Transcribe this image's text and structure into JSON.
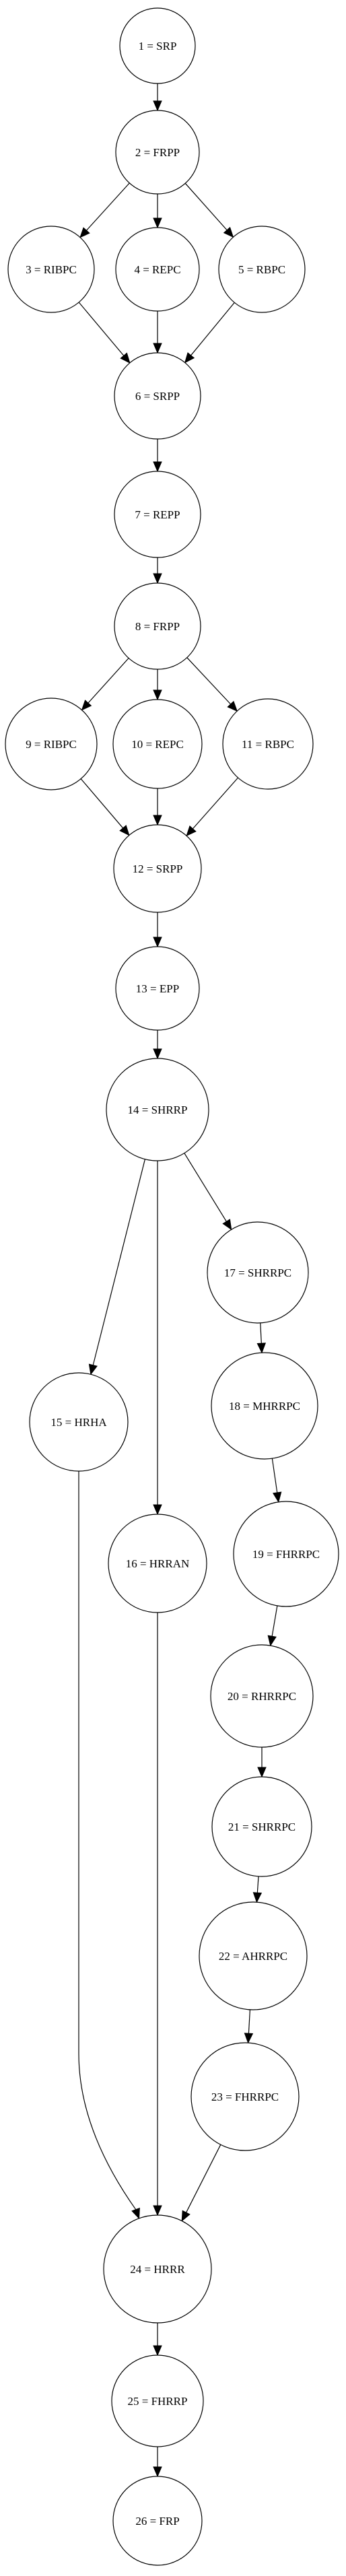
{
  "graph": {
    "nodes": [
      {
        "id": "n1",
        "label": "1 = SRP"
      },
      {
        "id": "n2",
        "label": "2 = FRPP"
      },
      {
        "id": "n3",
        "label": "3 = RIBPC"
      },
      {
        "id": "n4",
        "label": "4 = REPC"
      },
      {
        "id": "n5",
        "label": "5 = RBPC"
      },
      {
        "id": "n6",
        "label": "6 = SRPP"
      },
      {
        "id": "n7",
        "label": "7 = REPP"
      },
      {
        "id": "n8",
        "label": "8 = FRPP"
      },
      {
        "id": "n9",
        "label": "9 = RIBPC"
      },
      {
        "id": "n10",
        "label": "10 = REPC"
      },
      {
        "id": "n11",
        "label": "11 = RBPC"
      },
      {
        "id": "n12",
        "label": "12 = SRPP"
      },
      {
        "id": "n13",
        "label": "13 = EPP"
      },
      {
        "id": "n14",
        "label": "14 = SHRRP"
      },
      {
        "id": "n15",
        "label": "15 = HRHA"
      },
      {
        "id": "n16",
        "label": "16 = HRRAN"
      },
      {
        "id": "n17",
        "label": "17 = SHRRPC"
      },
      {
        "id": "n18",
        "label": "18 = MHRRPC"
      },
      {
        "id": "n19",
        "label": "19 = FHRRPC"
      },
      {
        "id": "n20",
        "label": "20 = RHRRPC"
      },
      {
        "id": "n21",
        "label": "21 = SHRRPC"
      },
      {
        "id": "n22",
        "label": "22 = AHRRPC"
      },
      {
        "id": "n23",
        "label": "23 = FHRRPC"
      },
      {
        "id": "n24",
        "label": "24 = HRRR"
      },
      {
        "id": "n25",
        "label": "25 = FHRRP"
      },
      {
        "id": "n26",
        "label": "26 = FRP"
      }
    ],
    "edges": [
      [
        "n1",
        "n2"
      ],
      [
        "n2",
        "n3"
      ],
      [
        "n2",
        "n4"
      ],
      [
        "n2",
        "n5"
      ],
      [
        "n3",
        "n6"
      ],
      [
        "n4",
        "n6"
      ],
      [
        "n5",
        "n6"
      ],
      [
        "n6",
        "n7"
      ],
      [
        "n7",
        "n8"
      ],
      [
        "n8",
        "n9"
      ],
      [
        "n8",
        "n10"
      ],
      [
        "n8",
        "n11"
      ],
      [
        "n9",
        "n12"
      ],
      [
        "n10",
        "n12"
      ],
      [
        "n11",
        "n12"
      ],
      [
        "n12",
        "n13"
      ],
      [
        "n13",
        "n14"
      ],
      [
        "n14",
        "n15"
      ],
      [
        "n14",
        "n16"
      ],
      [
        "n14",
        "n17"
      ],
      [
        "n17",
        "n18"
      ],
      [
        "n18",
        "n19"
      ],
      [
        "n19",
        "n20"
      ],
      [
        "n20",
        "n21"
      ],
      [
        "n21",
        "n22"
      ],
      [
        "n22",
        "n23"
      ],
      [
        "n15",
        "n24"
      ],
      [
        "n16",
        "n24"
      ],
      [
        "n23",
        "n24"
      ],
      [
        "n24",
        "n25"
      ],
      [
        "n25",
        "n26"
      ]
    ]
  },
  "colors": {
    "stroke": "#000000",
    "background": "#ffffff"
  }
}
